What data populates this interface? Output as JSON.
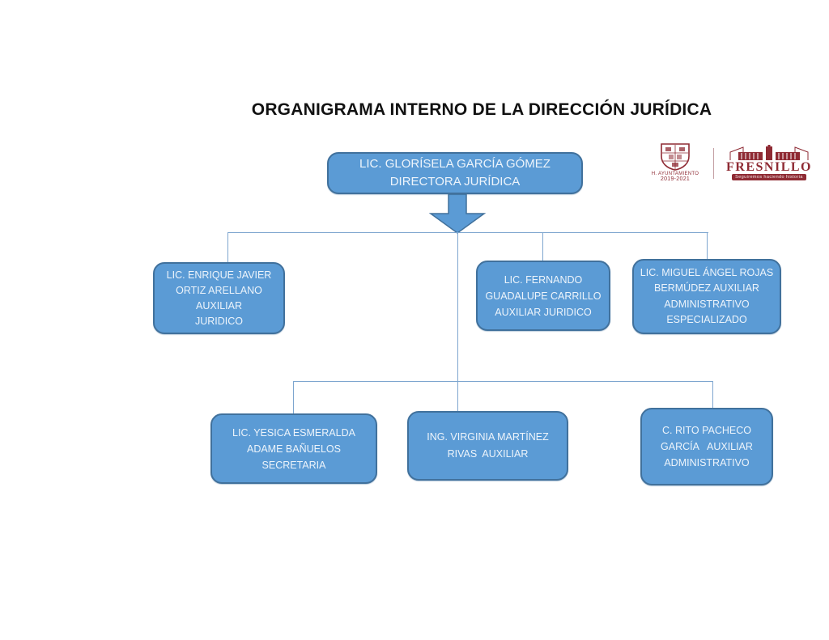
{
  "title": "ORGANIGRAMA INTERNO DE LA DIRECCIÓN JURÍDICA",
  "logos": {
    "ayuntamiento": {
      "line1": "H. AYUNTAMIENTO",
      "line2": "2019-2021"
    },
    "fresnillo": {
      "name": "FRESNILLO",
      "tagline": "Seguiremos haciendo historia"
    }
  },
  "colors": {
    "box_fill": "#5b9bd5",
    "box_border": "#41719c",
    "box_text": "#edf4fb",
    "connector": "#7ea6cf",
    "logo_maroon": "#8f2b34",
    "title_text": "#111111"
  },
  "chart": {
    "root": {
      "role": "directora",
      "lines": [
        "LIC. GLORÍSELA GARCÍA GÓMEZ",
        "DIRECTORA JURÍDICA"
      ]
    },
    "level2": [
      {
        "lines": [
          "LIC. ENRIQUE JAVIER",
          "ORTIZ ARELLANO",
          "AUXILIAR",
          "JURIDICO"
        ]
      },
      {
        "lines": [
          "LIC. FERNANDO",
          "GUADALUPE CARRILLO",
          "AUXILIAR JURIDICO"
        ]
      },
      {
        "lines": [
          "LIC. MIGUEL ÁNGEL ROJAS",
          "BERMÚDEZ AUXILIAR",
          "ADMINISTRATIVO",
          "ESPECIALIZADO"
        ]
      }
    ],
    "level3": [
      {
        "lines": [
          "LIC. YESICA ESMERALDA",
          "ADAME BAÑUELOS",
          "SECRETARIA"
        ]
      },
      {
        "lines": [
          "ING. VIRGINIA MARTÍNEZ",
          "RIVAS  AUXILIAR"
        ]
      },
      {
        "lines": [
          "C. RITO PACHECO",
          "GARCÍA   AUXILIAR",
          "ADMINISTRATIVO"
        ]
      }
    ]
  }
}
